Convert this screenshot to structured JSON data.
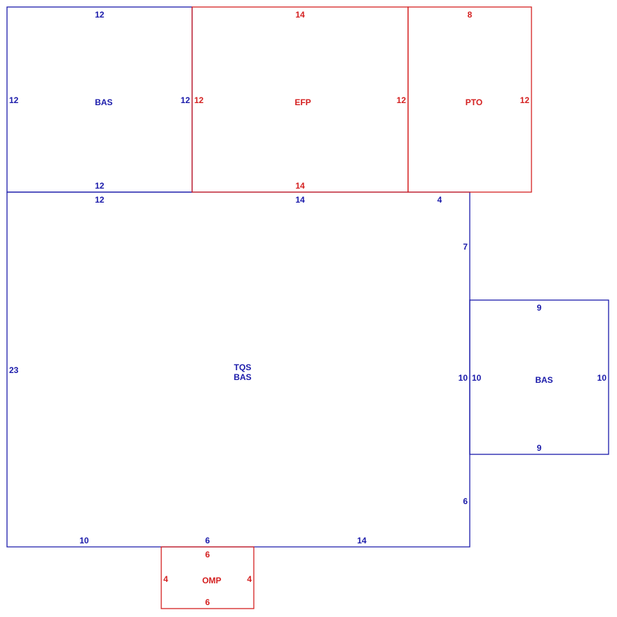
{
  "colors": {
    "blue": "#1a1aaa",
    "red": "#d42020"
  },
  "areas": {
    "bas_top": {
      "code": "BAS",
      "color": "blue",
      "top": "12",
      "bottom": "12",
      "left": "12",
      "right": "12"
    },
    "efp": {
      "code": "EFP",
      "color": "red",
      "top": "14",
      "bottom": "14",
      "left": "12",
      "right": "12"
    },
    "pto": {
      "code": "PTO",
      "color": "red",
      "top": "8",
      "right": "12"
    },
    "main": {
      "codes": [
        "TQS",
        "BAS"
      ],
      "color": "blue",
      "top_a": "12",
      "top_b": "14",
      "top_c": "4",
      "left": "23",
      "right_upper": "7",
      "right_mid": "10",
      "right_lower": "6",
      "bottom_a": "10",
      "bottom_b": "6",
      "bottom_c": "14"
    },
    "bas_right": {
      "code": "BAS",
      "color": "blue",
      "top": "9",
      "bottom": "9",
      "left": "10",
      "right": "10"
    },
    "omp": {
      "code": "OMP",
      "color": "red",
      "top": "6",
      "bottom": "6",
      "left": "4",
      "right": "4"
    }
  }
}
